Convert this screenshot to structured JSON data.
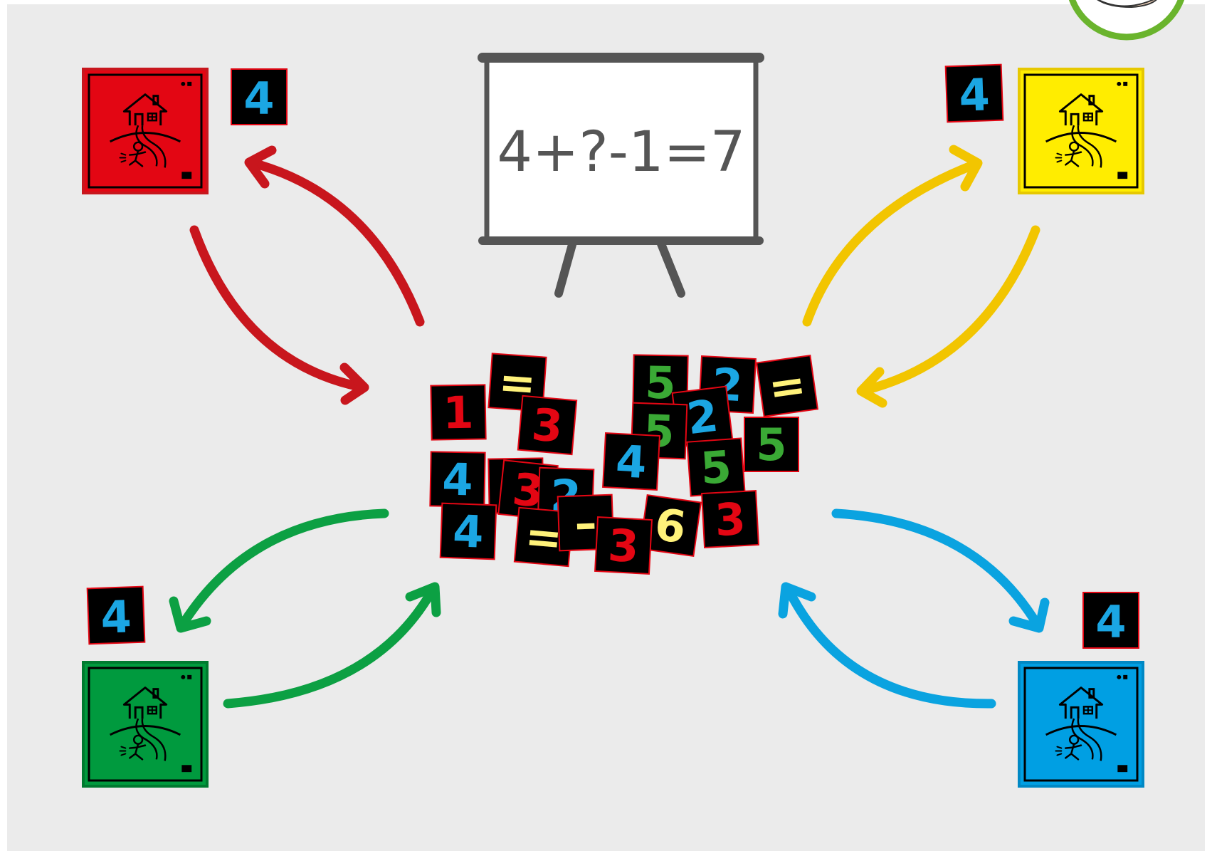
{
  "board": {
    "equation": "4+?-1=7"
  },
  "colors": {
    "background": "#ebebeb",
    "red": "#e30613",
    "red_arrow": "#c8161d",
    "yellow": "#ffed00",
    "yellow_arrow": "#f2c500",
    "green": "#009a3e",
    "green_arrow": "#0ca043",
    "blue": "#009fe3",
    "blue_arrow": "#0aa3e0",
    "tile_bg": "#000000",
    "tile_border": "#e30613",
    "digit_blue": "#1ba6e3",
    "digit_red": "#e30613",
    "digit_green": "#3aa935",
    "digit_yellow": "#fff27a"
  },
  "homes": [
    {
      "id": "red",
      "color": "red",
      "icon": "house-with-runner-icon"
    },
    {
      "id": "yellow",
      "color": "yellow",
      "icon": "house-with-runner-icon"
    },
    {
      "id": "green",
      "color": "green",
      "icon": "house-with-runner-icon"
    },
    {
      "id": "blue",
      "color": "blue",
      "icon": "house-with-runner-icon"
    }
  ],
  "team_cards": [
    {
      "team": "red",
      "value": "4"
    },
    {
      "team": "yellow",
      "value": "4"
    },
    {
      "team": "green",
      "value": "4"
    },
    {
      "team": "blue",
      "value": "4"
    }
  ],
  "pile_cards": [
    {
      "value": "=",
      "color": "digit_yellow"
    },
    {
      "value": "1",
      "color": "digit_red"
    },
    {
      "value": "3",
      "color": "digit_red"
    },
    {
      "value": "4",
      "color": "digit_blue"
    },
    {
      "value": "2",
      "color": "digit_blue"
    },
    {
      "value": "=",
      "color": "digit_yellow"
    },
    {
      "value": "5",
      "color": "digit_green"
    },
    {
      "value": "2",
      "color": "digit_blue"
    },
    {
      "value": "5",
      "color": "digit_green"
    },
    {
      "value": "5",
      "color": "digit_green"
    },
    {
      "value": "4",
      "color": "digit_blue"
    },
    {
      "value": "5",
      "color": "digit_green"
    },
    {
      "value": "4",
      "color": "digit_blue"
    },
    {
      "value": "3",
      "color": "digit_red"
    },
    {
      "value": "2",
      "color": "digit_blue"
    },
    {
      "value": "4",
      "color": "digit_blue"
    },
    {
      "value": "=",
      "color": "digit_yellow"
    },
    {
      "value": "–",
      "color": "digit_yellow"
    },
    {
      "value": "6",
      "color": "digit_yellow"
    },
    {
      "value": "3",
      "color": "digit_red"
    },
    {
      "value": "3",
      "color": "digit_red"
    }
  ],
  "arrows": [
    {
      "team": "red",
      "direction": "to-home"
    },
    {
      "team": "red",
      "direction": "to-pile"
    },
    {
      "team": "yellow",
      "direction": "to-home"
    },
    {
      "team": "yellow",
      "direction": "to-pile"
    },
    {
      "team": "green",
      "direction": "to-home"
    },
    {
      "team": "green",
      "direction": "to-pile"
    },
    {
      "team": "blue",
      "direction": "to-home"
    },
    {
      "team": "blue",
      "direction": "to-pile"
    }
  ],
  "badge": {
    "icon": "bare-foot-icon"
  }
}
